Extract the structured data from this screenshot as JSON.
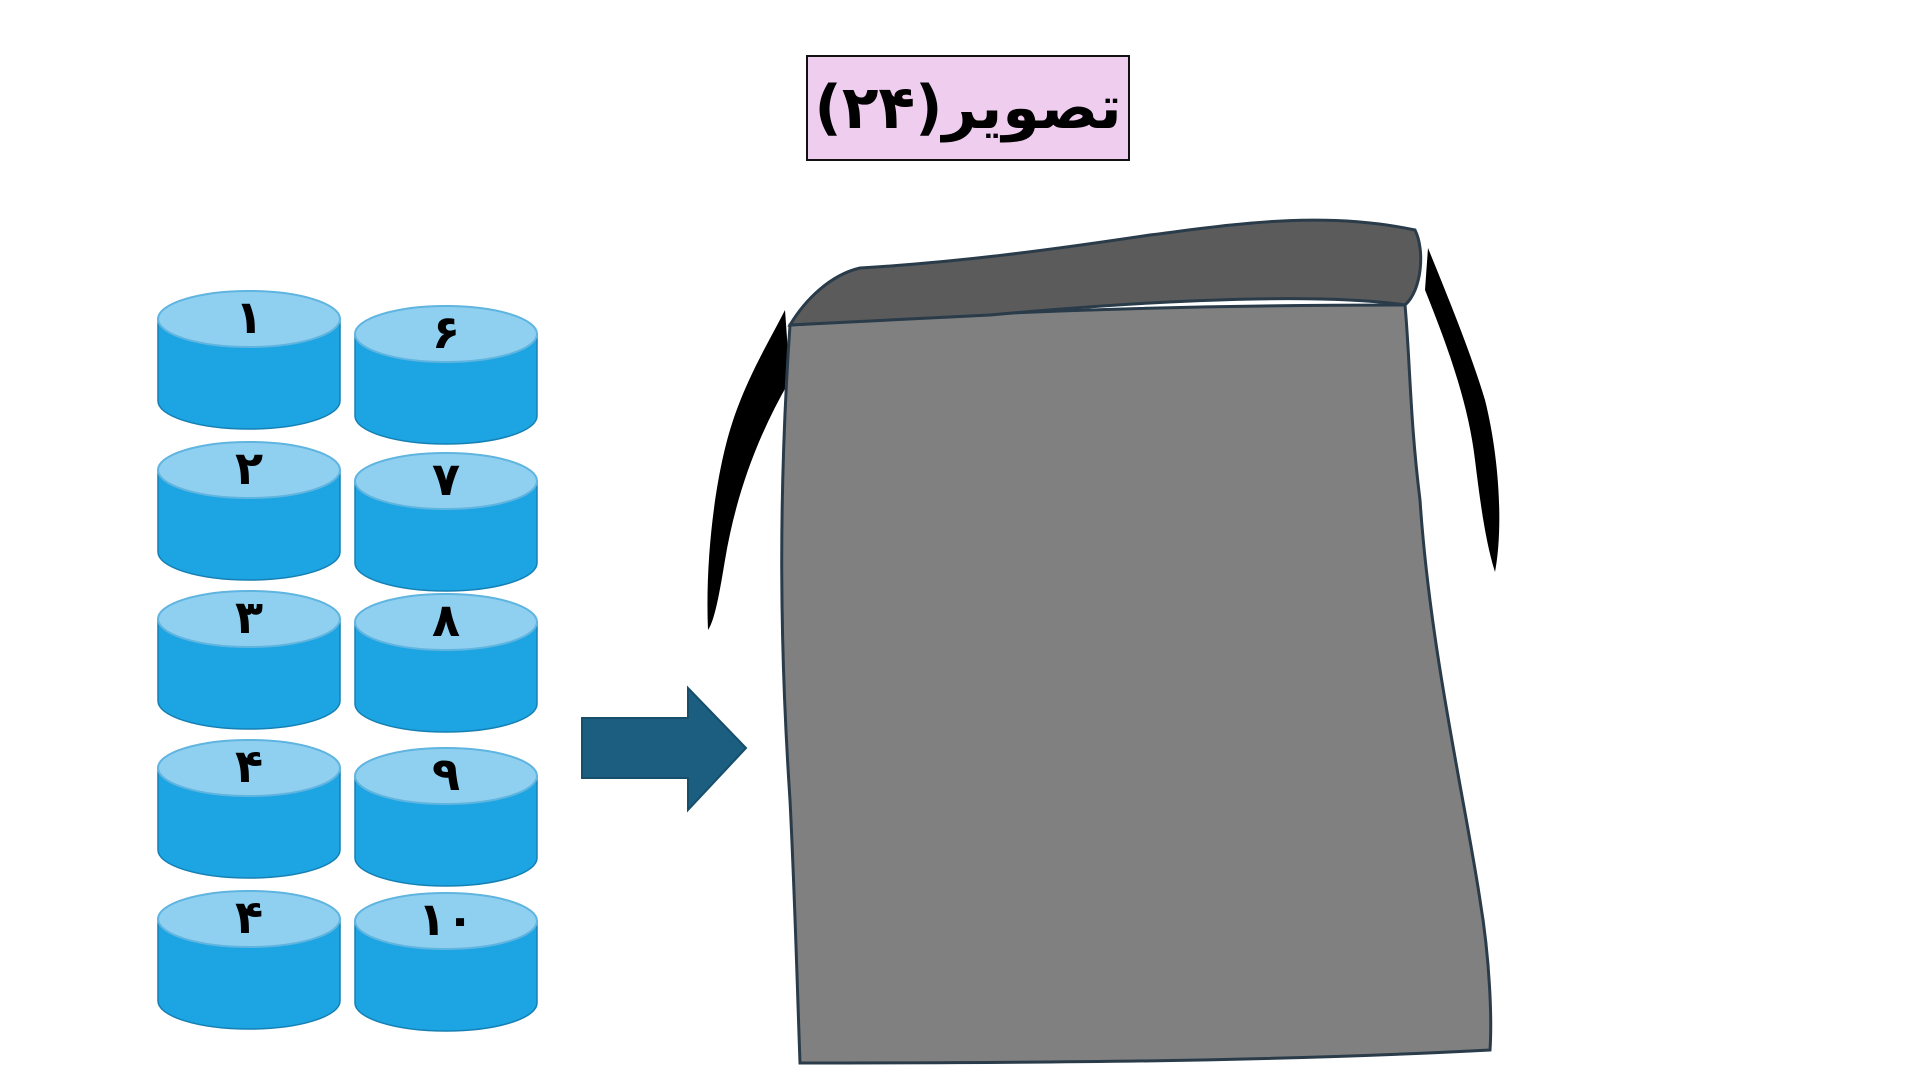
{
  "title": "تصویر(۲۴)",
  "discs": [
    {
      "label": "۱",
      "column": 1,
      "row": 1
    },
    {
      "label": "۲",
      "column": 1,
      "row": 2
    },
    {
      "label": "۳",
      "column": 1,
      "row": 3
    },
    {
      "label": "۴",
      "column": 1,
      "row": 4
    },
    {
      "label": "۴",
      "column": 1,
      "row": 5
    },
    {
      "label": "۶",
      "column": 2,
      "row": 1
    },
    {
      "label": "۷",
      "column": 2,
      "row": 2
    },
    {
      "label": "۸",
      "column": 2,
      "row": 3
    },
    {
      "label": "۹",
      "column": 2,
      "row": 4
    },
    {
      "label": "۱۰",
      "column": 2,
      "row": 5
    }
  ],
  "colors": {
    "title_bg": "#efcdee",
    "disc_top": "#8fd0f0",
    "disc_side": "#1ca5e2",
    "arrow": "#1b5e80",
    "bag_body": "#808080",
    "bag_top": "#5b5b5b",
    "bag_outline": "#2a3b4a",
    "strap": "#000000"
  }
}
